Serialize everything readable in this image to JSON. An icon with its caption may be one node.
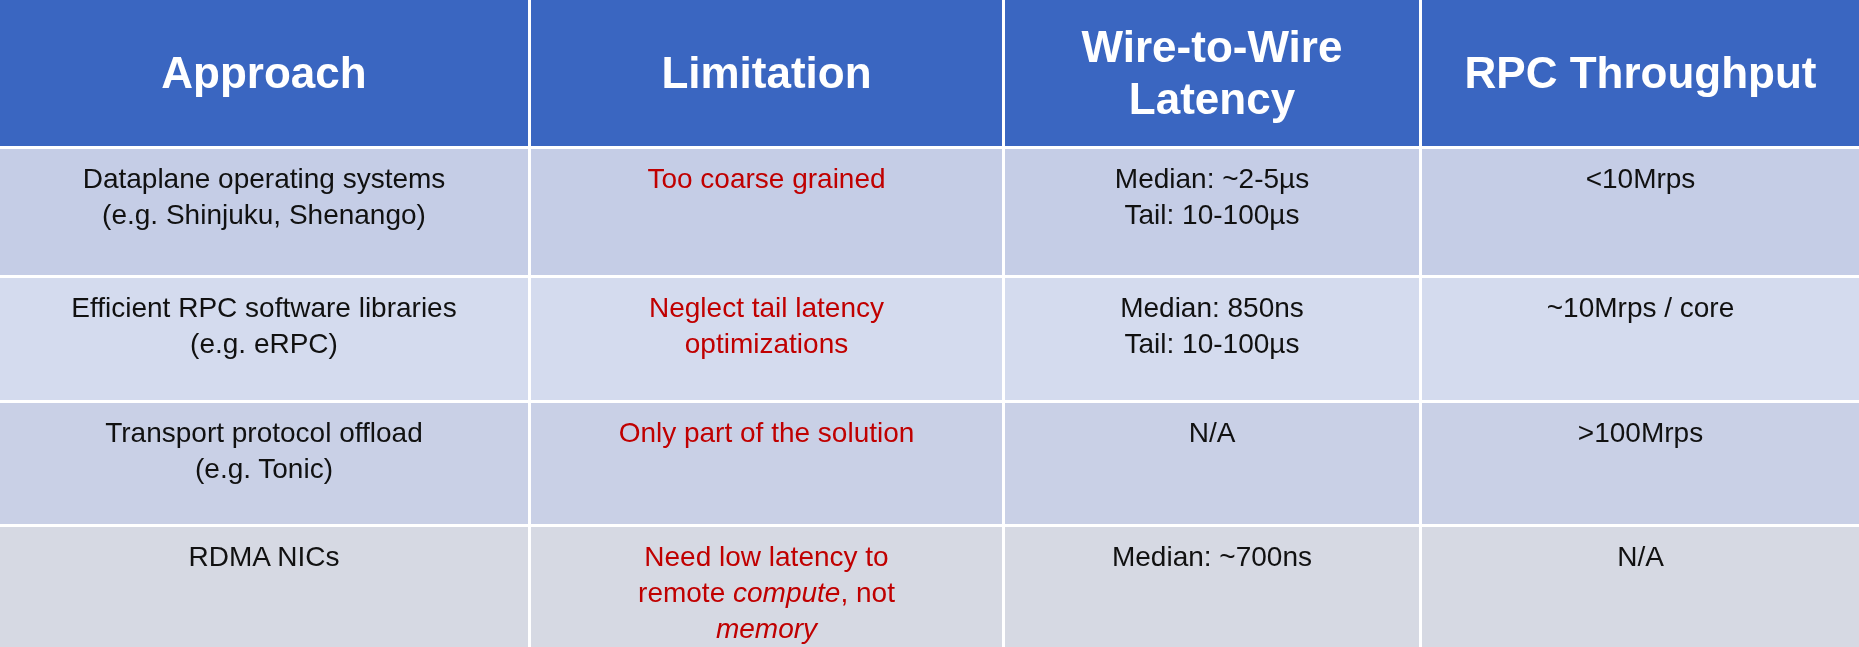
{
  "diagram": {
    "labels": [
      "Approach",
      "Limitation",
      "Wire-to-Wire Latency",
      "RPC Throughput",
      "Dataplane operating systems",
      "(e.g. Shinjuku, Shenango)",
      "Too coarse grained",
      "Median: ~2-5µs",
      "Tail: 10-100µs",
      "<10Mrps",
      "Efficient RPC software libraries",
      "(e.g. eRPC)",
      "Neglect tail latency optimizations",
      "Median: 850ns",
      "Tail: 10-100µs",
      "~10Mrps / core",
      "Transport protocol offload",
      "(e.g. Tonic)",
      "Only part of the solution",
      "N/A",
      ">100Mrps",
      "RDMA NICs",
      "Need low latency to remote *compute*, not *memory*",
      "Median: ~700ns",
      "N/A"
    ]
  }
}
